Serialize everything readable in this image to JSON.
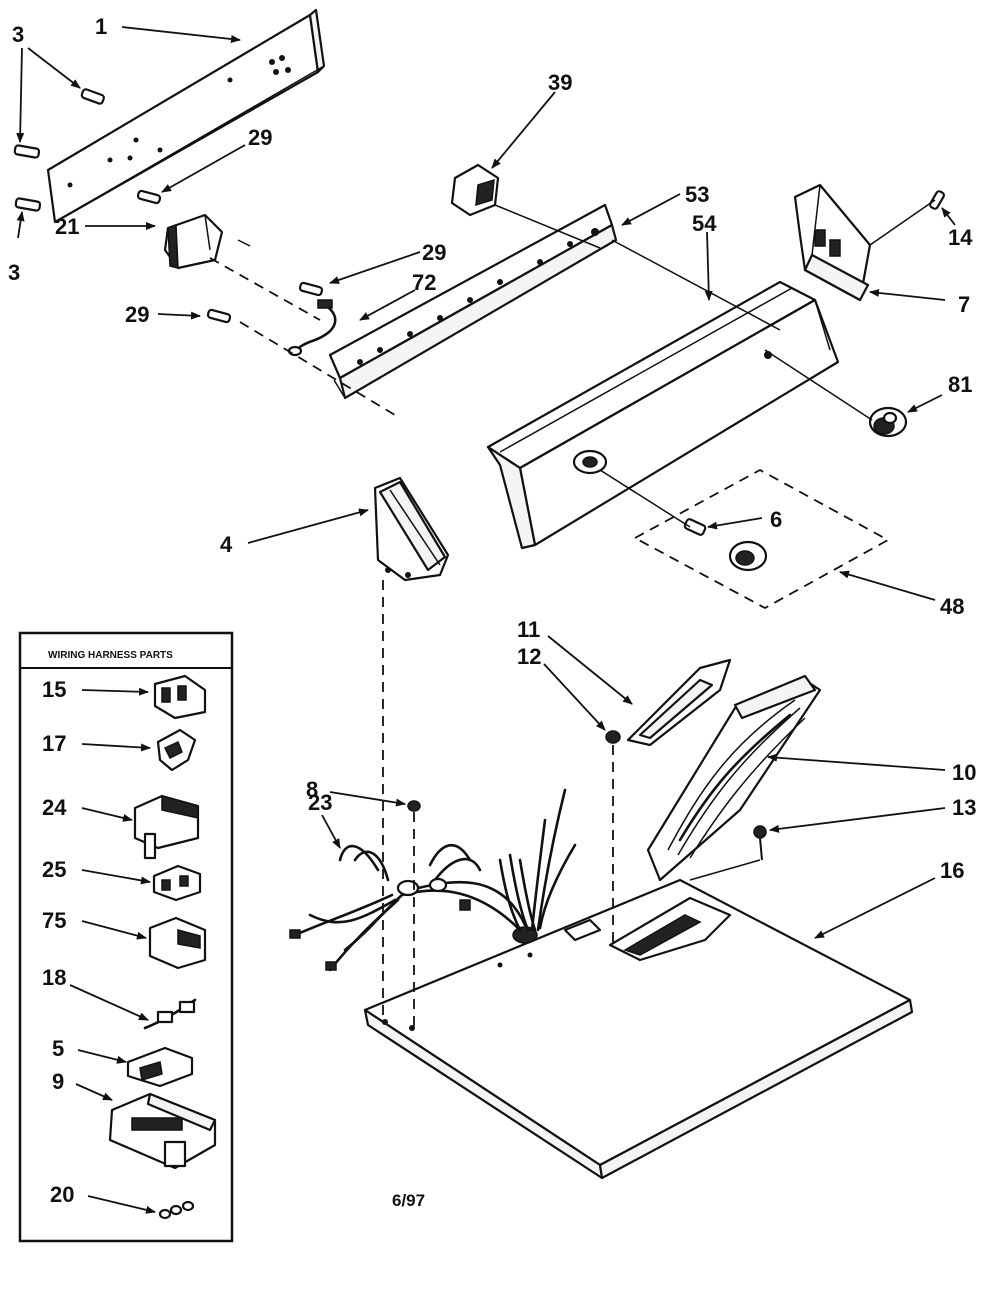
{
  "callouts": {
    "c1": "1",
    "c3a": "3",
    "c3b": "3",
    "c29a": "29",
    "c21": "21",
    "c39": "39",
    "c53": "53",
    "c54": "54",
    "c29b": "29",
    "c72": "72",
    "c29c": "29",
    "c14": "14",
    "c7": "7",
    "c81": "81",
    "c4": "4",
    "c6": "6",
    "c48": "48",
    "c11": "11",
    "c12": "12",
    "c10": "10",
    "c8": "8",
    "c23": "23",
    "c13": "13",
    "c16": "16"
  },
  "harness_box": {
    "title": "WIRING HARNESS PARTS",
    "items": [
      "15",
      "17",
      "24",
      "25",
      "75",
      "18",
      "5",
      "9",
      "20"
    ]
  },
  "footer": {
    "code": "6/97"
  }
}
